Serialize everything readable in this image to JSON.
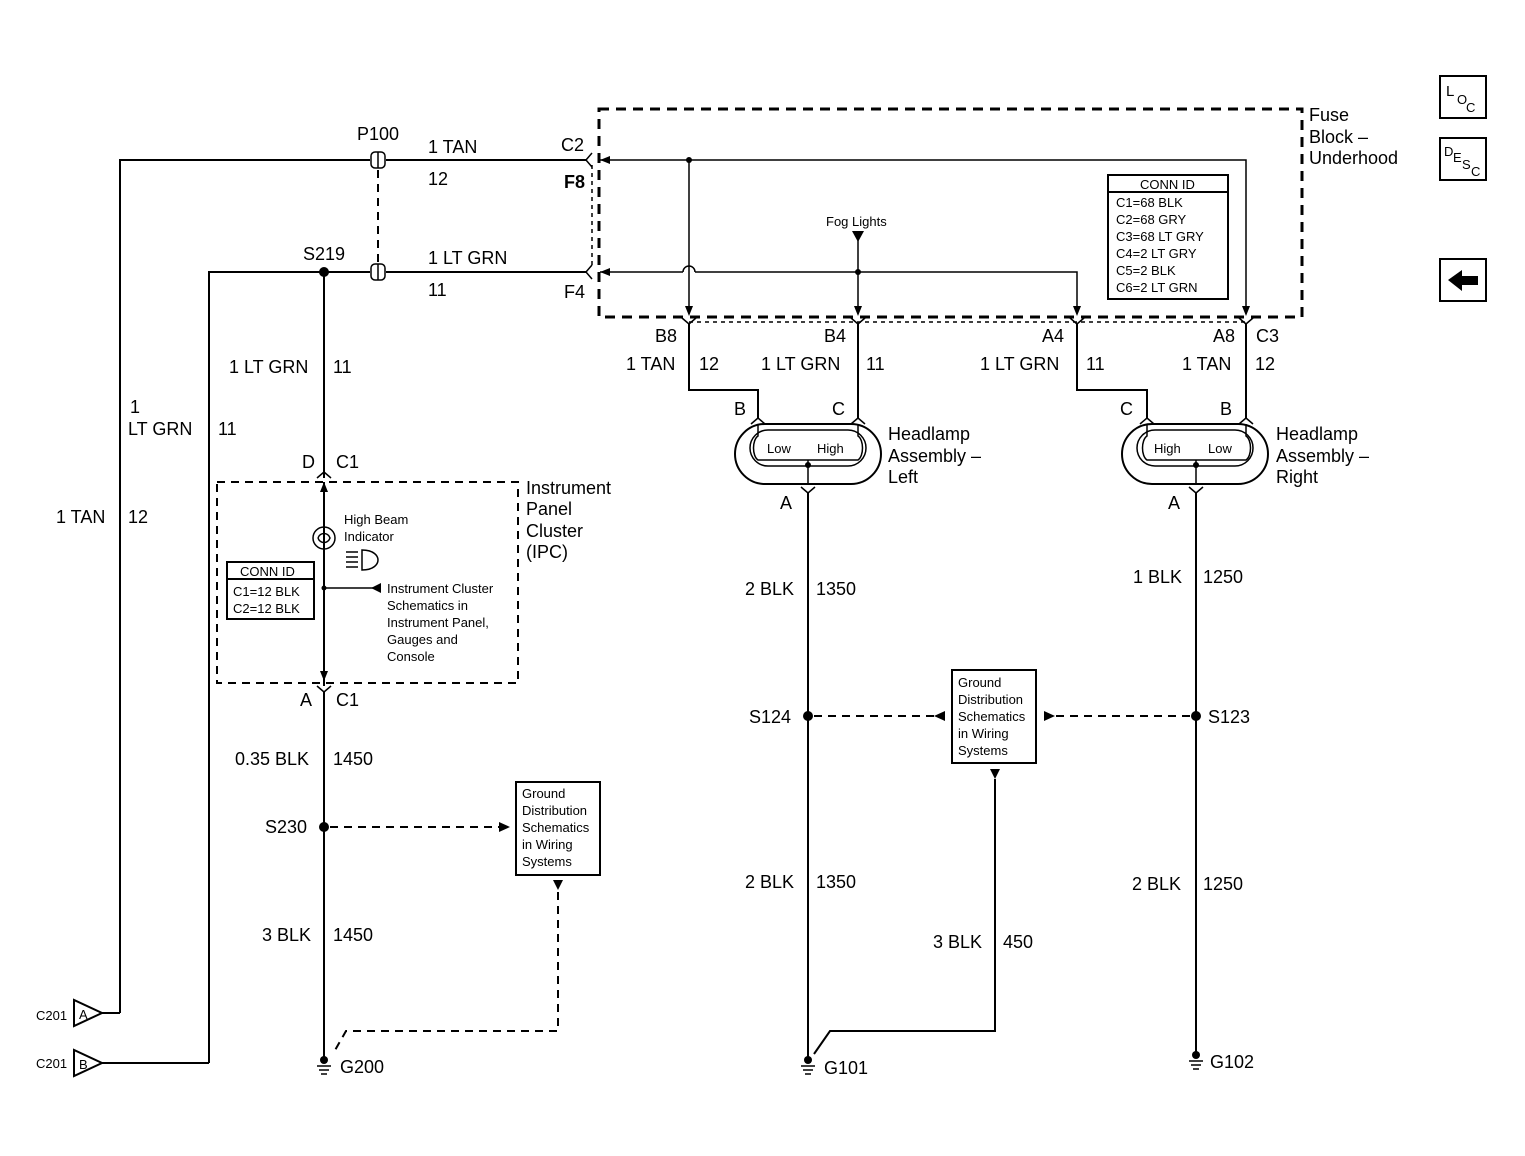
{
  "nav": {
    "loc": {
      "l1": "L",
      "l2": "O",
      "l3": "C"
    },
    "desc": {
      "l1": "D",
      "l2": "E",
      "l3": "S",
      "l4": "C"
    },
    "back_icon": "arrow-left-icon"
  },
  "fuse_block": {
    "title_1": "Fuse",
    "title_2": "Block –",
    "title_3": "Underhood",
    "fog_lights": "Fog Lights",
    "conn_id": {
      "title": "CONN ID",
      "rows": [
        "C1=68 BLK",
        "C2=68 GRY",
        "C3=68 LT GRY",
        "C4=2 LT GRY",
        "C5=2 BLK",
        "C6=2 LT GRN"
      ]
    },
    "pins": {
      "c2": "C2",
      "f8": "F8",
      "f4": "F4",
      "b8": "B8",
      "b4": "B4",
      "a4": "A4",
      "a8": "A8",
      "c3": "C3"
    }
  },
  "wires": {
    "p100": "P100",
    "s219": "S219",
    "top_tan": "1 TAN",
    "top_tan_num": "12",
    "top_grn": "1 LT GRN",
    "top_grn_num": "11",
    "s219_down": "1 LT GRN",
    "s219_down_num": "11",
    "left_grn_1": "1",
    "left_grn_2": "LT GRN",
    "left_grn_num": "11",
    "left_tan": "1 TAN",
    "left_tan_num": "12",
    "b8_wire": "1 TAN",
    "b8_num": "12",
    "b4_wire": "1 LT GRN",
    "b4_num": "11",
    "a4_wire": "1 LT GRN",
    "a4_num": "11",
    "a8_wire": "1 TAN",
    "a8_num": "12"
  },
  "ipc": {
    "pin_d": "D",
    "pin_c1_top": "C1",
    "title_1": "Instrument",
    "title_2": "Panel",
    "title_3": "Cluster",
    "title_4": "(IPC)",
    "indicator_1": "High Beam",
    "indicator_2": "Indicator",
    "ref_1": "Instrument Cluster",
    "ref_2": "Schematics in",
    "ref_3": "Instrument Panel,",
    "ref_4": "Gauges and",
    "ref_5": "Console",
    "conn_id": {
      "title": "CONN ID",
      "rows": [
        "C1=12 BLK",
        "C2=12 BLK"
      ]
    },
    "pin_a": "A",
    "pin_c1_bottom": "C1"
  },
  "ipc_ground": {
    "wire_1": "0.35 BLK",
    "wire_1_num": "1450",
    "splice": "S230",
    "wire_2": "3 BLK",
    "wire_2_num": "1450",
    "ground": "G200",
    "ref": [
      "Ground",
      "Distribution",
      "Schematics",
      "in Wiring",
      "Systems"
    ]
  },
  "headlamp_left": {
    "pin_b": "B",
    "pin_c": "C",
    "low": "Low",
    "high": "High",
    "title_1": "Headlamp",
    "title_2": "Assembly –",
    "title_3": "Left",
    "pin_a": "A",
    "wire_1": "2 BLK",
    "wire_1_num": "1350",
    "splice": "S124",
    "wire_2": "2 BLK",
    "wire_2_num": "1350",
    "ground": "G101"
  },
  "headlamp_right": {
    "pin_c": "C",
    "pin_b": "B",
    "high": "High",
    "low": "Low",
    "title_1": "Headlamp",
    "title_2": "Assembly –",
    "title_3": "Right",
    "pin_a": "A",
    "wire_1": "1 BLK",
    "wire_1_num": "1250",
    "splice": "S123",
    "wire_2": "2 BLK",
    "wire_2_num": "1250",
    "ground": "G102"
  },
  "center_ground": {
    "ref": [
      "Ground",
      "Distribution",
      "Schematics",
      "in Wiring",
      "Systems"
    ],
    "wire": "3 BLK",
    "wire_num": "450"
  },
  "connectors": {
    "c201_a_label": "C201",
    "c201_a_pin": "A",
    "c201_b_label": "C201",
    "c201_b_pin": "B"
  }
}
